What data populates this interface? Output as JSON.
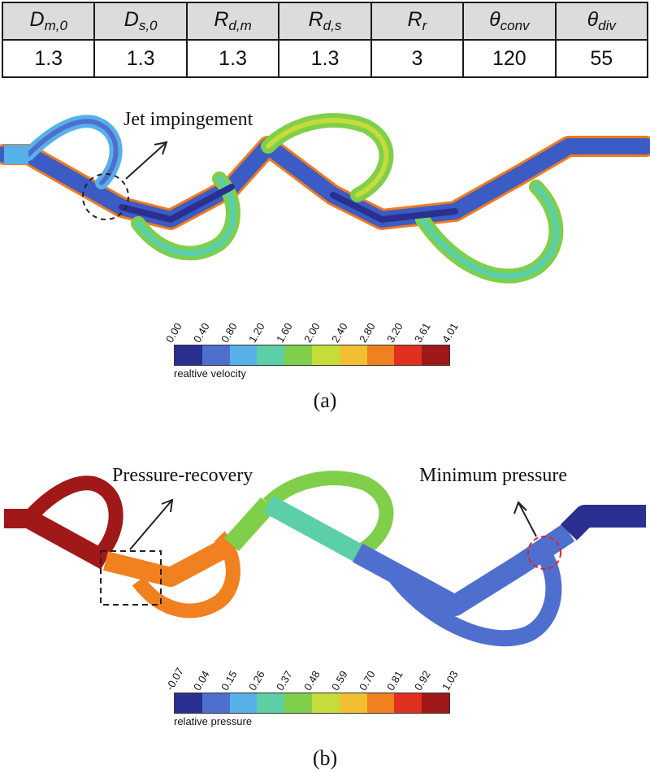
{
  "table": {
    "headers": [
      {
        "main": "D",
        "sub": "m,0"
      },
      {
        "main": "D",
        "sub": "s,0"
      },
      {
        "main": "R",
        "sub": "d,m"
      },
      {
        "main": "R",
        "sub": "d,s"
      },
      {
        "main": "R",
        "sub": "r"
      },
      {
        "main": "θ",
        "sub": "conv"
      },
      {
        "main": "θ",
        "sub": "div"
      }
    ],
    "values": [
      "1.3",
      "1.3",
      "1.3",
      "1.3",
      "3",
      "120",
      "55"
    ]
  },
  "figure_a": {
    "annotation": "Jet impingement",
    "colorbar": {
      "label": "realtive velocity",
      "ticks": [
        "0.00",
        "0.40",
        "0.80",
        "1.20",
        "1.60",
        "2.00",
        "2.40",
        "2.80",
        "3.20",
        "3.61",
        "4.01"
      ],
      "colors": [
        "#2b2f8f",
        "#4f6fcf",
        "#58b0e8",
        "#5ccfa6",
        "#7fcf4a",
        "#c5dc3a",
        "#f0c030",
        "#f08020",
        "#e03020",
        "#a01818"
      ]
    },
    "panel_label": "(a)"
  },
  "figure_b": {
    "annotation_left": "Pressure-recovery",
    "annotation_right": "Minimum pressure",
    "colorbar": {
      "label": "relative pressure",
      "ticks": [
        "-0.07",
        "0.04",
        "0.15",
        "0.26",
        "0.37",
        "0.48",
        "0.59",
        "0.70",
        "0.81",
        "0.92",
        "1.03"
      ],
      "colors": [
        "#2b2f8f",
        "#4f6fcf",
        "#58b0e8",
        "#5ccfa6",
        "#7fcf4a",
        "#c5dc3a",
        "#f0c030",
        "#f08020",
        "#e03020",
        "#a01818"
      ]
    },
    "panel_label": "(b)"
  }
}
